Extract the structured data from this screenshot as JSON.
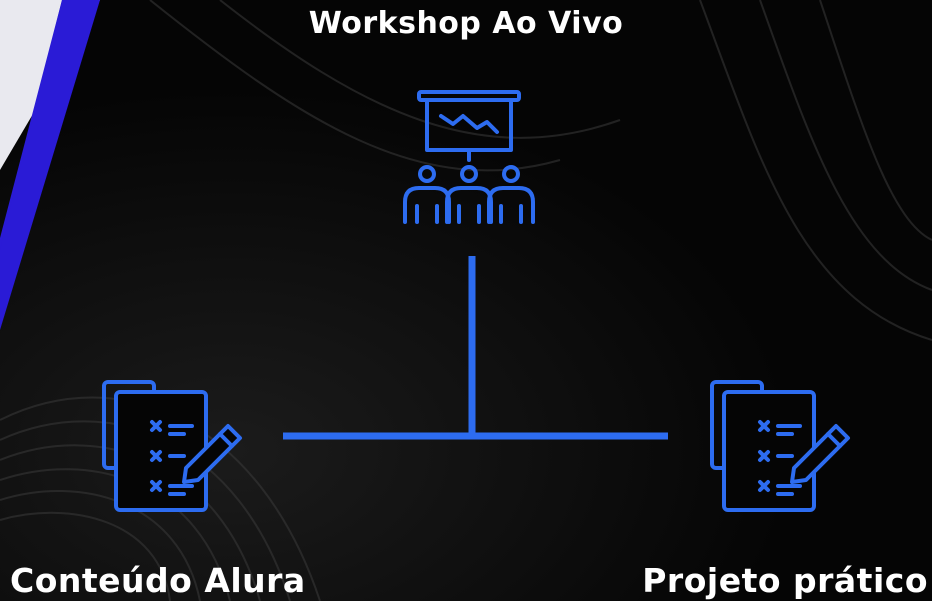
{
  "title": "Workshop Ao Vivo",
  "nodes": {
    "top": {
      "label": "Workshop Ao Vivo",
      "icon": "presentation-audience-icon"
    },
    "left": {
      "label": "Conteúdo Alura",
      "icon": "checklist-documents-icon"
    },
    "right": {
      "label": "Projeto prático",
      "icon": "checklist-documents-icon"
    }
  },
  "colors": {
    "background": "#050505",
    "accent": "#2d6cf0",
    "stripe": "#2a1bd6",
    "text": "#ffffff"
  }
}
